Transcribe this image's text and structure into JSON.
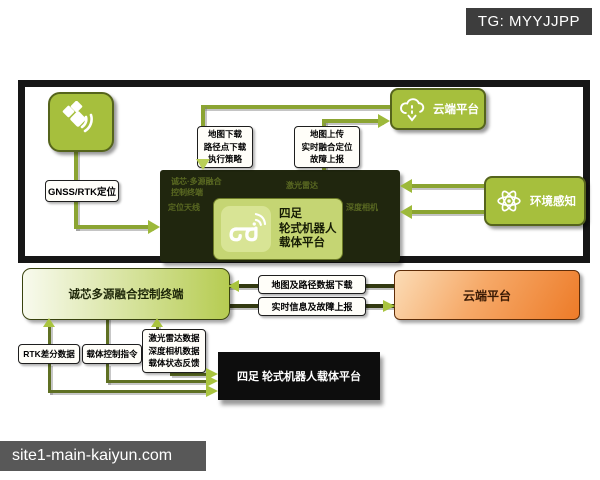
{
  "badges": {
    "top_right": "TG: MYYJJPP",
    "bottom_left": "site1-main-kaiyun.com"
  },
  "colors": {
    "node_green": "#a6bf3d",
    "dark_box": "#20260e",
    "inner_green": "#c5d573",
    "terminal_green": "#b6cc52",
    "cloud_orange": "#ed7b28",
    "connector_olive": "#8ba432",
    "arrow_green": "#a9c43f",
    "badge_gray": "#3d3d3d",
    "black_box": "#0d0d0d"
  },
  "top_diagram": {
    "gnss_label": "GNSS/RTK定位",
    "cloud_label": "云端平台",
    "env_label": "环境感知",
    "download_note": [
      "地图下载",
      "路径点下载",
      "执行策略"
    ],
    "upload_note": [
      "地图上传",
      "实时融合定位",
      "故障上报"
    ],
    "center_box": {
      "terminal_line1": "诚芯·多源融合",
      "terminal_line2": "控制终端",
      "lidar": "激光雷达",
      "antenna": "定位天线",
      "depth_camera": "深度相机",
      "robot_lines": [
        "四足",
        "轮式机器人",
        "载体平台"
      ]
    }
  },
  "bottom_diagram": {
    "terminal_label": "诚芯多源融合控制终端",
    "cloud_label": "云端平台",
    "download_link": "地图及路径数据下载",
    "upload_link": "实时信息及故障上报",
    "rtk_label": "RTK差分数据",
    "cmd_label": "载体控制指令",
    "sensor_lines": [
      "激光雷达数据",
      "深度相机数据",
      "载体状态反馈"
    ],
    "robot_label": "四足 轮式机器人载体平台"
  }
}
